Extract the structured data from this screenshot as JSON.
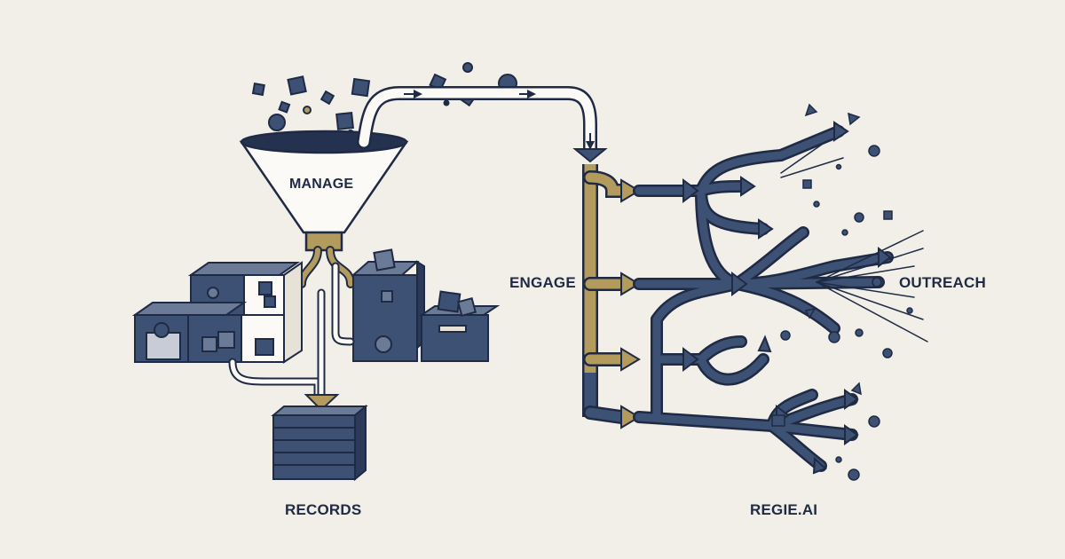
{
  "labels": {
    "manage": "MANAGE",
    "engage": "ENGAGE",
    "outreach": "OUTREACH",
    "records": "RECORDS",
    "regie": "REGIE.AI"
  },
  "colors": {
    "background": "#f2efe8",
    "navy": "#3d5174",
    "navy_dark": "#1f2a44",
    "gold": "#b39b5e",
    "outline": "#1f2a44"
  },
  "icons": [
    "funnel-icon",
    "box-stack-icon",
    "database-stack-icon",
    "branching-tree-icon",
    "arrow-icon"
  ]
}
